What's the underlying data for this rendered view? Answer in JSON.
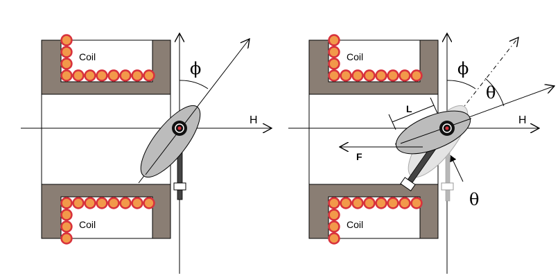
{
  "colors": {
    "frame": "#8a7e74",
    "coil_fill": "#f2994a",
    "coil_ring": "#d8323c",
    "ellipse": "#bcbcbc",
    "ellipse_ghost": "#e4e4e4",
    "rod": "#444444",
    "rod_ghost": "#b8b8b8",
    "line": "#000000"
  },
  "left": {
    "coil_top": "Coil",
    "coil_bottom": "Coil",
    "field": "H",
    "angle": "ϕ"
  },
  "right": {
    "coil_top": "Coil",
    "coil_bottom": "Coil",
    "field": "H",
    "angle_phi": "ϕ",
    "angle_theta": "θ",
    "length": "L",
    "force": "F",
    "pendulum_angle": "θ"
  }
}
